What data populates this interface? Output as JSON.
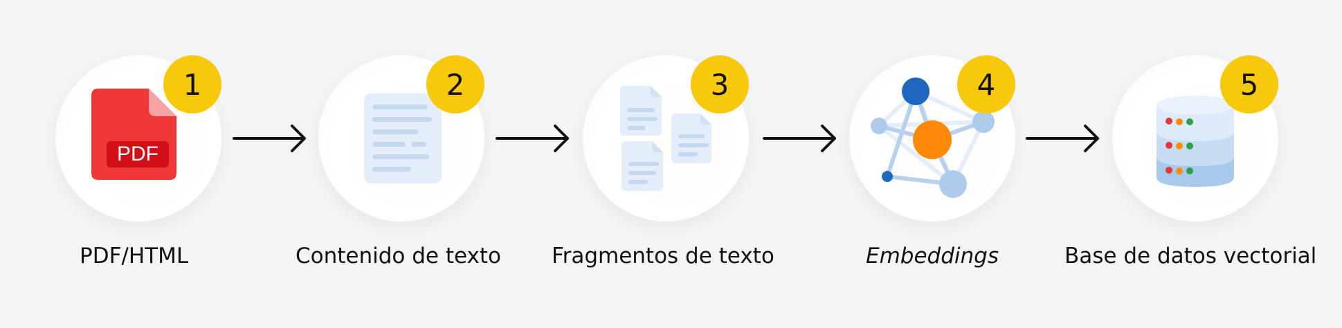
{
  "steps": [
    {
      "number": "1",
      "label": "PDF/HTML",
      "icon": "pdf-file-icon",
      "icon_text": "PDF"
    },
    {
      "number": "2",
      "label": "Contenido de texto",
      "icon": "text-document-icon"
    },
    {
      "number": "3",
      "label": "Fragmentos de texto",
      "icon": "text-fragments-icon"
    },
    {
      "number": "4",
      "label": "Embeddings",
      "icon": "embeddings-graph-icon"
    },
    {
      "number": "5",
      "label": "Base de datos vectorial",
      "icon": "vector-database-icon"
    }
  ],
  "colors": {
    "badge": "#f8c80a",
    "pdf_red": "#f03838",
    "doc_blue": "#e4eefa",
    "node_orange": "#ff8a0a",
    "node_blue": "#1e66be"
  }
}
